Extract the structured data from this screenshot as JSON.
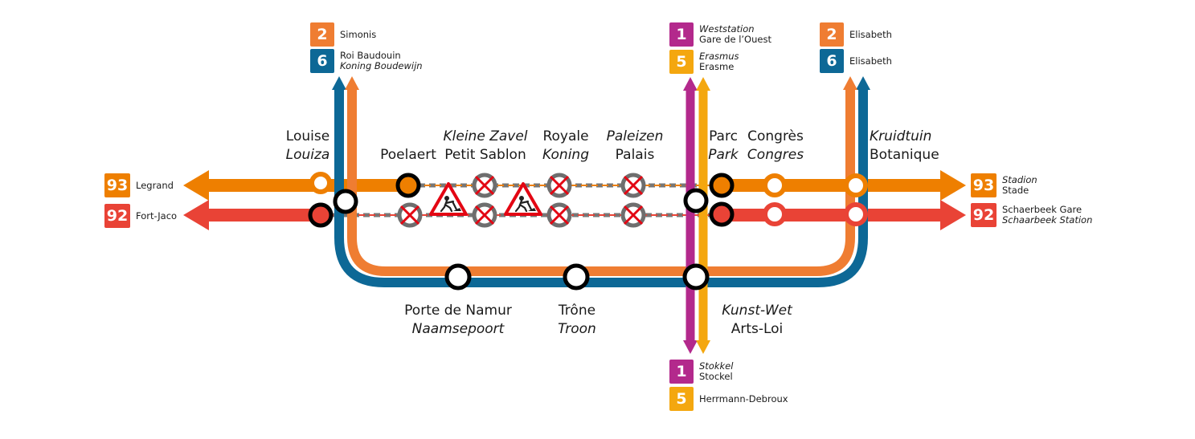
{
  "colors": {
    "line_1": "#b3298c",
    "line_2": "#ef7d32",
    "line_5": "#f4a70f",
    "line_6": "#0d6896",
    "line_92": "#e94336",
    "line_93": "#ee7f00",
    "closed_station": "#6e6e6e",
    "closed_cross": "#e30613"
  },
  "icons": {
    "closed": "red-cross-icon",
    "roadworks": "roadworks-warning-icon"
  },
  "terminals": {
    "top_left": [
      {
        "line": "2",
        "color": "#ef7d32",
        "lines": [
          "Simonis"
        ],
        "italic": []
      },
      {
        "line": "6",
        "color": "#0d6896",
        "lines": [
          "Roi Baudouin",
          "Koning Boudewijn"
        ],
        "italic": [
          1
        ]
      }
    ],
    "top_mid": [
      {
        "line": "1",
        "color": "#b3298c",
        "lines": [
          "Weststation",
          "Gare de l’Ouest"
        ],
        "italic": [
          0
        ]
      },
      {
        "line": "5",
        "color": "#f4a70f",
        "lines": [
          "Erasmus",
          "Erasme"
        ],
        "italic": [
          0
        ]
      }
    ],
    "top_right": [
      {
        "line": "2",
        "color": "#ef7d32",
        "lines": [
          "Elisabeth"
        ],
        "italic": []
      },
      {
        "line": "6",
        "color": "#0d6896",
        "lines": [
          "Elisabeth"
        ],
        "italic": []
      }
    ],
    "bottom_mid": [
      {
        "line": "1",
        "color": "#b3298c",
        "lines": [
          "Stokkel",
          "Stockel"
        ],
        "italic": [
          0
        ]
      },
      {
        "line": "5",
        "color": "#f4a70f",
        "lines": [
          "Herrmann-Debroux"
        ],
        "italic": []
      }
    ],
    "left": [
      {
        "line": "93",
        "color": "#ee7f00",
        "lines": [
          "Legrand"
        ],
        "italic": []
      },
      {
        "line": "92",
        "color": "#e94336",
        "lines": [
          "Fort-Jaco"
        ],
        "italic": []
      }
    ],
    "right": [
      {
        "line": "93",
        "color": "#ee7f00",
        "lines": [
          "Stadion",
          "Stade"
        ],
        "italic": [
          0
        ]
      },
      {
        "line": "92",
        "color": "#e94336",
        "lines": [
          "Schaerbeek Gare",
          "Schaarbeek Station"
        ],
        "italic": [
          1
        ]
      }
    ]
  },
  "stations": {
    "louise": [
      "Louise",
      "Louiza"
    ],
    "poelaert": [
      "Poelaert"
    ],
    "petit_sablon": [
      "Kleine Zavel",
      "Petit Sablon"
    ],
    "royale": [
      "Royale",
      "Koning"
    ],
    "palais": [
      "Paleizen",
      "Palais"
    ],
    "parc": [
      "Parc",
      "Park"
    ],
    "congres": [
      "Congrès",
      "Congres"
    ],
    "botanique": [
      "Kruidtuin",
      "Botanique"
    ],
    "porte_de_namur": [
      "Porte de Namur",
      "Naamsepoort"
    ],
    "trone": [
      "Trône",
      "Troon"
    ],
    "arts_loi": [
      "Kunst-Wet",
      "Arts-Loi"
    ]
  }
}
